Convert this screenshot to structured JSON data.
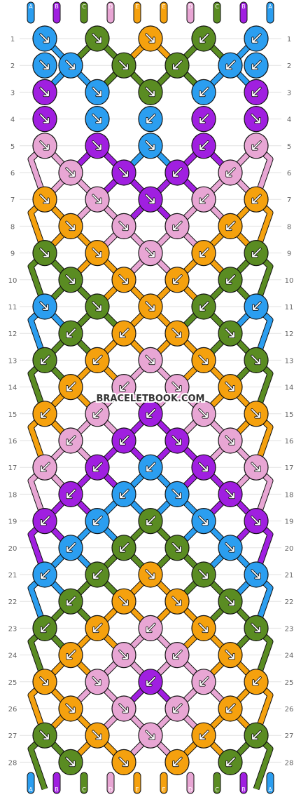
{
  "colors": {
    "A": "#2b9ef0",
    "B": "#a01fe0",
    "C": "#5a8c22",
    "D": "#e8a6d4",
    "E": "#f5a10e",
    "outline": "#111111",
    "grid": "#e2e2e2"
  },
  "strings": [
    "A",
    "B",
    "C",
    "D",
    "E",
    "E",
    "D",
    "C",
    "B",
    "A"
  ],
  "bottom_strings": [
    "A",
    "B",
    "C",
    "D",
    "E",
    "E",
    "D",
    "C",
    "B",
    "A"
  ],
  "row_numbers": [
    1,
    2,
    3,
    4,
    5,
    6,
    7,
    8,
    9,
    10,
    11,
    12,
    13,
    14,
    15,
    16,
    17,
    18,
    19,
    20,
    21,
    22,
    23,
    24,
    25,
    26,
    27,
    28
  ],
  "watermark": "BRACELETBOOK.COM",
  "knots": [
    [
      "A",
      "C",
      "E",
      "C",
      "A"
    ],
    [
      "A",
      "A",
      "C",
      "C",
      "A",
      "A"
    ],
    [
      "B",
      "A",
      "C",
      "A",
      "B"
    ],
    [
      "B",
      "A",
      "A",
      "B",
      "B"
    ],
    [
      "D",
      "B",
      "A",
      "B",
      "D"
    ],
    [
      "D",
      "B",
      "B",
      "D"
    ],
    [
      "E",
      "D",
      "B",
      "D",
      "E"
    ],
    [
      "E",
      "D",
      "D",
      "E"
    ],
    [
      "C",
      "E",
      "D",
      "E",
      "C"
    ],
    [
      "C",
      "E",
      "E",
      "C"
    ],
    [
      "A",
      "C",
      "E",
      "C",
      "A"
    ],
    [
      "C",
      "E",
      "E",
      "C"
    ],
    [
      "C",
      "E",
      "D",
      "E",
      "C"
    ],
    [
      "E",
      "D",
      "D",
      "E"
    ],
    [
      "E",
      "D",
      "B",
      "D",
      "E"
    ],
    [
      "D",
      "B",
      "B",
      "D"
    ],
    [
      "D",
      "B",
      "A",
      "B",
      "D"
    ],
    [
      "B",
      "A",
      "A",
      "B"
    ],
    [
      "B",
      "A",
      "C",
      "A",
      "B"
    ],
    [
      "A",
      "C",
      "C",
      "A"
    ],
    [
      "A",
      "C",
      "E",
      "C",
      "A"
    ],
    [
      "C",
      "E",
      "E",
      "C"
    ],
    [
      "C",
      "E",
      "D",
      "E",
      "C"
    ],
    [
      "E",
      "D",
      "D",
      "E"
    ],
    [
      "E",
      "D",
      "B",
      "D",
      "E"
    ],
    [
      "E",
      "D",
      "D",
      "E"
    ],
    [
      "C",
      "E",
      "D",
      "E",
      "C"
    ],
    [
      "C",
      "E",
      "E",
      "C"
    ]
  ],
  "arrows": [
    [
      "dr",
      "dr",
      "dr",
      "dl",
      "dl"
    ],
    [
      "dr",
      "dr",
      "dr",
      "dl",
      "dl",
      "dl"
    ],
    [
      "dr",
      "dr",
      "dr",
      "dl",
      "dl"
    ],
    [
      "dr",
      "dr",
      "dl",
      "dl"
    ],
    [
      "dr",
      "dr",
      "dr",
      "dl",
      "dl"
    ],
    [
      "dr",
      "dr",
      "dl",
      "dl"
    ],
    [
      "dr",
      "dr",
      "dr",
      "dl",
      "dl"
    ],
    [
      "dr",
      "dr",
      "dl",
      "dl"
    ],
    [
      "dr",
      "dr",
      "dr",
      "dl",
      "dl"
    ],
    [
      "dr",
      "dr",
      "dl",
      "dl"
    ],
    [
      "r",
      "dr",
      "dr",
      "dl",
      "l"
    ],
    [
      "dl",
      "dl",
      "dr",
      "dr"
    ],
    [
      "dl",
      "dl",
      "dr",
      "dr",
      "dr"
    ],
    [
      "dl",
      "dl",
      "dr",
      "dr"
    ],
    [
      "dl",
      "dl",
      "dl",
      "dr",
      "dr"
    ],
    [
      "dl",
      "dl",
      "dr",
      "dr"
    ],
    [
      "dl",
      "dl",
      "dl",
      "dr",
      "dr"
    ],
    [
      "dl",
      "dl",
      "dr",
      "dr"
    ],
    [
      "dl",
      "dl",
      "dl",
      "dr",
      "dr"
    ],
    [
      "dl",
      "dl",
      "dr",
      "dr"
    ],
    [
      "dl",
      "dl",
      "dr",
      "dr",
      "dr"
    ],
    [
      "dl",
      "dr",
      "dr",
      "dr"
    ],
    [
      "dl",
      "dl",
      "dl",
      "dr",
      "dr"
    ],
    [
      "dl",
      "dr",
      "dl",
      "dr"
    ],
    [
      "r",
      "r",
      "dl",
      "dl",
      "l"
    ],
    [
      "dr",
      "dr",
      "dl",
      "dl"
    ],
    [
      "dr",
      "dr",
      "dr",
      "dl",
      "dl"
    ],
    [
      "dr",
      "dr",
      "dl",
      "dl"
    ]
  ]
}
